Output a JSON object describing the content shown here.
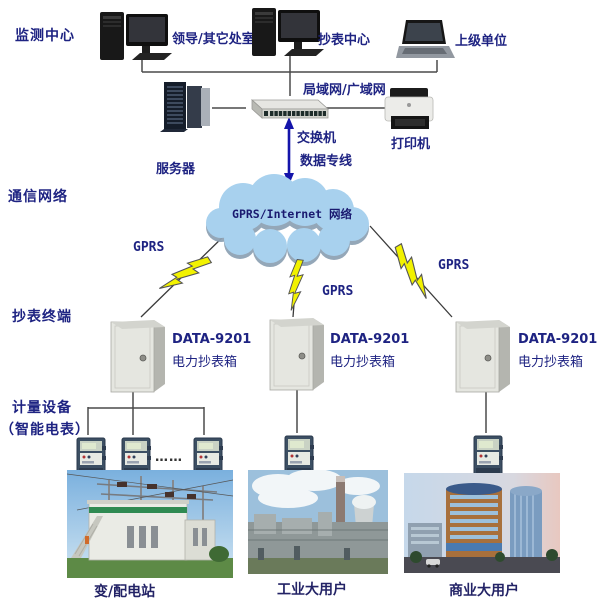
{
  "sections": {
    "monitoring": "监测中心",
    "network": "通信网络",
    "terminal": "抄表终端",
    "metering_line1": "计量设备",
    "metering_line2": "（智能电表）"
  },
  "monitoring_layer": {
    "pc_leader_label": "领导/其它处室",
    "pc_center_label": "抄表中心",
    "laptop_label": "上级单位",
    "lan_label": "局域网/广域网",
    "server_label": "服务器",
    "switch_label": "交换机",
    "printer_label": "打印机",
    "dataline_label": "数据专线"
  },
  "network_layer": {
    "cloud_label": "GPRS/Internet 网络",
    "gprs_labels": [
      "GPRS",
      "GPRS",
      "GPRS"
    ]
  },
  "terminal_layer": {
    "cabinets": [
      {
        "model": "DATA-9201",
        "name": "电力抄表箱"
      },
      {
        "model": "DATA-9201",
        "name": "电力抄表箱"
      },
      {
        "model": "DATA-9201",
        "name": "电力抄表箱"
      }
    ]
  },
  "metering_layer": {
    "ellipsis": "……",
    "sites": [
      {
        "caption": "变/配电站"
      },
      {
        "caption": "工业大用户"
      },
      {
        "caption": "商业大用户"
      }
    ]
  },
  "colors": {
    "label_navy": "#1e2382",
    "cloud_fill": "#a8d1ee",
    "cloud_shadow": "#8fa3b5",
    "bolt_yellow": "#f2f200",
    "arrow_blue": "#1414aa",
    "line_gray": "#4a4a4a"
  }
}
